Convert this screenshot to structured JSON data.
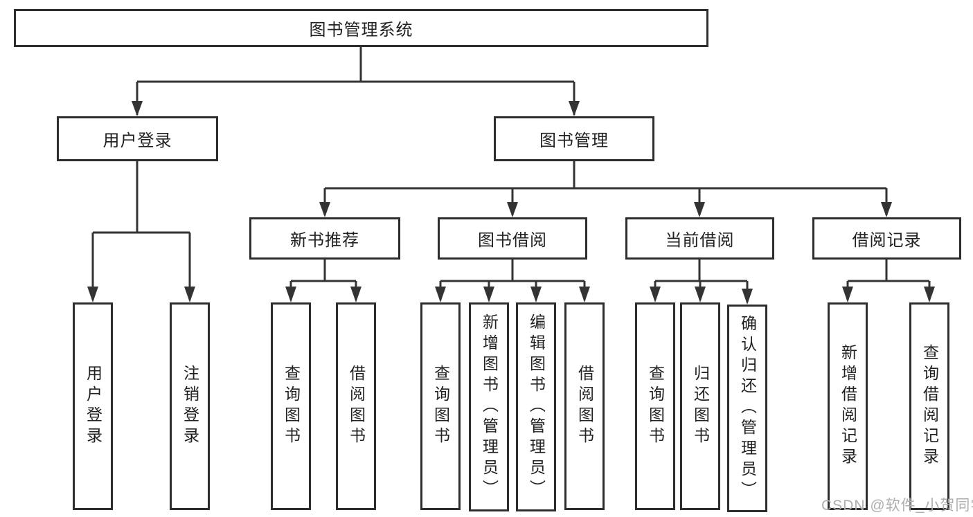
{
  "diagram": {
    "title": "图书管理系统",
    "watermark": "CSDN @软件_小贺同学",
    "colors": {
      "line": "#333333",
      "box-border": "#2d2d2d",
      "box-text": "#212121",
      "watermark-color": "#aeaeae",
      "bg": "#ffffff"
    },
    "nodes": {
      "root": "图书管理系统",
      "level2": [
        "用户登录",
        "图书管理"
      ],
      "level3": [
        "新书推荐",
        "图书借阅",
        "当前借阅",
        "借阅记录"
      ],
      "user_login_children": [
        "用户登录",
        "注销登录"
      ],
      "new_book_children": [
        "查询图书",
        "借阅图书"
      ],
      "book_borrow_children": [
        "查询图书",
        "新增图书（管理员）",
        "编辑图书（管理员）",
        "借阅图书"
      ],
      "current_borrow_children": [
        "查询图书",
        "归还图书",
        "确认归还（管理员）"
      ],
      "borrow_record_children": [
        "新增借阅记录",
        "查询借阅记录"
      ]
    }
  }
}
